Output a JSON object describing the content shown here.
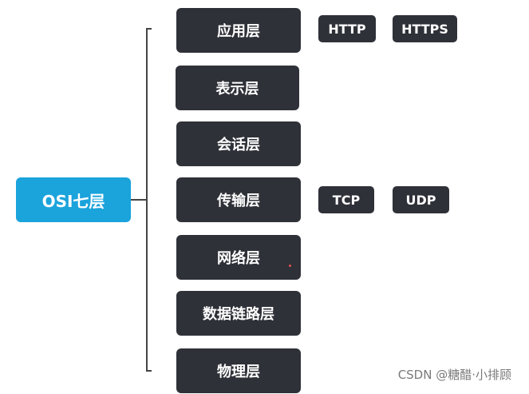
{
  "diagram": {
    "root": "OSI七层",
    "layers": [
      {
        "label": "应用层"
      },
      {
        "label": "表示层"
      },
      {
        "label": "会话层"
      },
      {
        "label": "传输层"
      },
      {
        "label": "网络层"
      },
      {
        "label": "数据链路层"
      },
      {
        "label": "物理层"
      }
    ],
    "protocols": {
      "application": [
        "HTTP",
        "HTTPS"
      ],
      "transport": [
        "TCP",
        "UDP"
      ]
    },
    "colors": {
      "root": "#1ba3dc",
      "node": "#2f3138",
      "line": "#444444"
    }
  },
  "watermark": "CSDN @糖醋·小排顾"
}
